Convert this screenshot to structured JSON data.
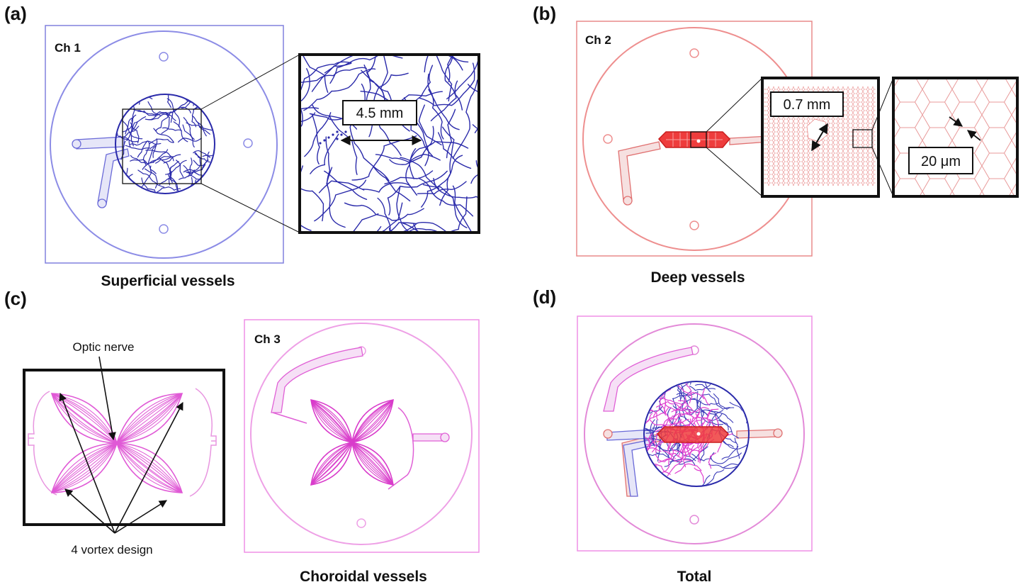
{
  "colors": {
    "ch1": "#4a4acc",
    "ch1_light": "#8c8ce6",
    "ch2": "#e03a3a",
    "ch2_light": "#ee8f8f",
    "ch3": "#e040d0",
    "ch3_light": "#eea0e6",
    "frame": "#111111"
  },
  "panels": {
    "a": {
      "letter": "(a)",
      "channel": "Ch 1",
      "zoom_measure": "4.5 mm",
      "caption": "Superficial vessels"
    },
    "b": {
      "letter": "(b)",
      "channel": "Ch 2",
      "zoom_measure": "0.7 mm",
      "zoom2_measure": "20 μm",
      "caption": "Deep vessels"
    },
    "c": {
      "letter": "(c)",
      "channel": "Ch 3",
      "annotation_top": "Optic nerve",
      "annotation_bottom": "4 vortex  design",
      "caption": "Choroidal vessels"
    },
    "d": {
      "letter": "(d)",
      "caption": "Total"
    }
  }
}
